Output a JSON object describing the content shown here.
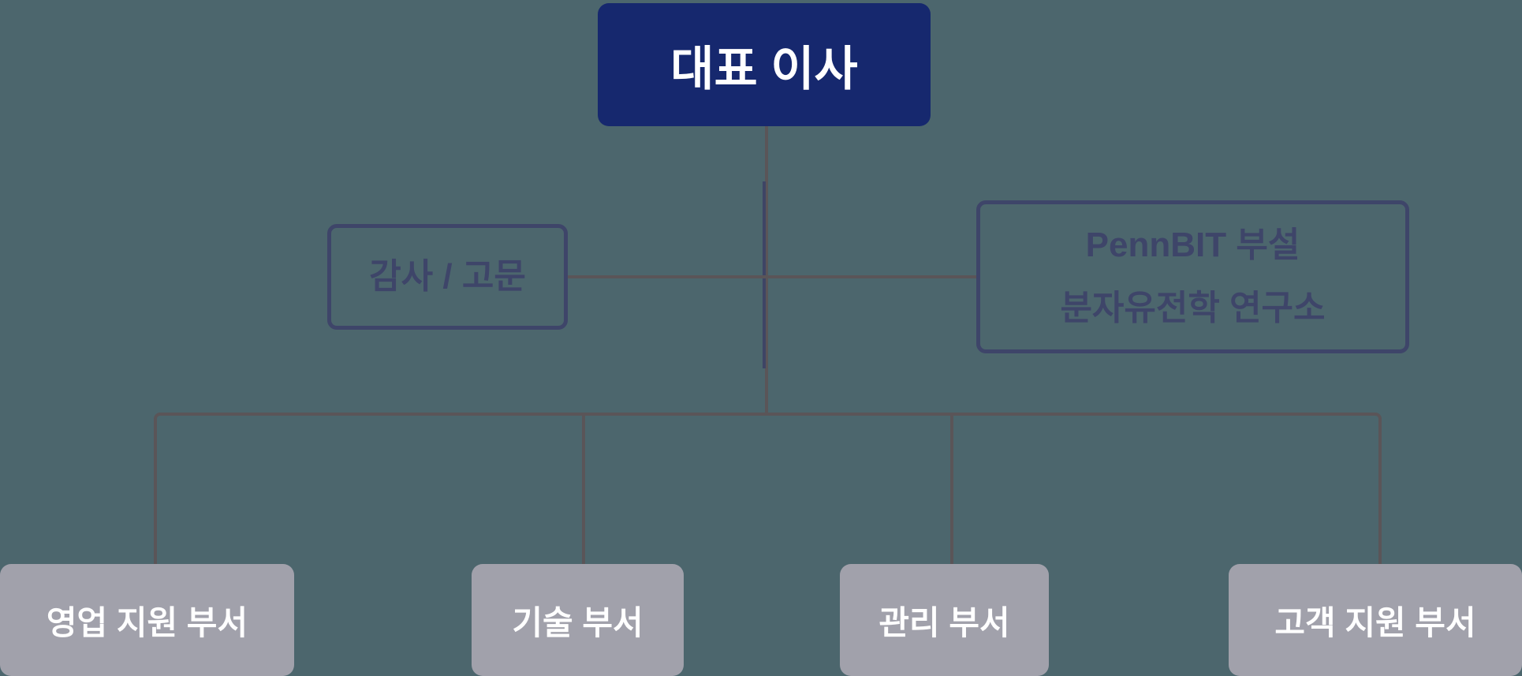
{
  "chart": {
    "type": "org-chart",
    "root": {
      "label": "대표 이사"
    },
    "staff": [
      {
        "label": "감사 / 고문"
      },
      {
        "lines": [
          "PennBIT 부설",
          "분자유전학 연구소"
        ]
      }
    ],
    "departments": [
      {
        "label": "영업 지원 부서"
      },
      {
        "label": "기술 부서"
      },
      {
        "label": "관리 부서"
      },
      {
        "label": "고객 지원 부서"
      }
    ],
    "colors": {
      "background": "#4c666d",
      "root_fill": "#16286e",
      "root_text": "#ffffff",
      "staff_outline": "#3e4569",
      "staff_text": "#3e4569",
      "dept_fill": "#a1a1ab",
      "dept_text": "#ffffff",
      "connector": "#5a5558",
      "connector_accent": "#3e4565"
    }
  }
}
